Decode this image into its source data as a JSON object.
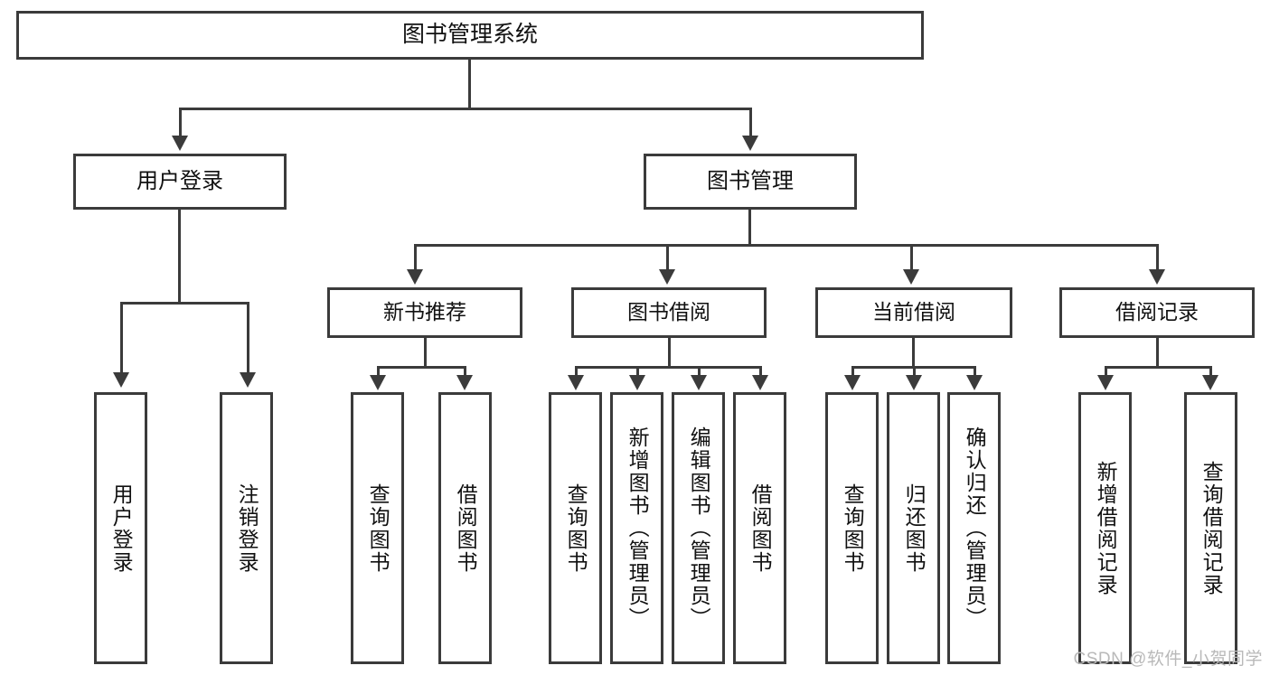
{
  "diagram": {
    "type": "tree-hierarchy",
    "title": "图书管理系统",
    "watermark": "CSDN @软件_小贺同学",
    "colors": {
      "stroke": "#3b3b3b",
      "fill": "#ffffff",
      "text": "#111111",
      "watermark": "#b9b9b9"
    },
    "levels": [
      {
        "level": 1,
        "nodes": [
          {
            "id": "root",
            "label": "图书管理系统"
          }
        ]
      },
      {
        "level": 2,
        "nodes": [
          {
            "id": "login",
            "label": "用户登录",
            "parent": "root"
          },
          {
            "id": "bookmgmt",
            "label": "图书管理",
            "parent": "root"
          }
        ]
      },
      {
        "level": 3,
        "nodes": [
          {
            "id": "newbook",
            "label": "新书推荐",
            "parent": "bookmgmt"
          },
          {
            "id": "borrow",
            "label": "图书借阅",
            "parent": "bookmgmt"
          },
          {
            "id": "current",
            "label": "当前借阅",
            "parent": "bookmgmt"
          },
          {
            "id": "records",
            "label": "借阅记录",
            "parent": "bookmgmt"
          }
        ]
      },
      {
        "level": 4,
        "nodes": [
          {
            "id": "leaf-user-login",
            "label": "用户登录",
            "parent": "login"
          },
          {
            "id": "leaf-user-logout",
            "label": "注销登录",
            "parent": "login"
          },
          {
            "id": "leaf-query-book-1",
            "label": "查询图书",
            "parent": "newbook"
          },
          {
            "id": "leaf-borrow-book-1",
            "label": "借阅图书",
            "parent": "newbook"
          },
          {
            "id": "leaf-query-book-2",
            "label": "查询图书",
            "parent": "borrow"
          },
          {
            "id": "leaf-add-book",
            "label": "新增图书（管理员）",
            "parent": "borrow"
          },
          {
            "id": "leaf-edit-book",
            "label": "编辑图书（管理员）",
            "parent": "borrow"
          },
          {
            "id": "leaf-borrow-book-2",
            "label": "借阅图书",
            "parent": "borrow"
          },
          {
            "id": "leaf-query-book-3",
            "label": "查询图书",
            "parent": "current"
          },
          {
            "id": "leaf-return-book",
            "label": "归还图书",
            "parent": "current"
          },
          {
            "id": "leaf-confirm-return",
            "label": "确认归还（管理员）",
            "parent": "current"
          },
          {
            "id": "leaf-add-record",
            "label": "新增借阅记录",
            "parent": "records"
          },
          {
            "id": "leaf-query-record",
            "label": "查询借阅记录",
            "parent": "records"
          }
        ]
      }
    ]
  }
}
